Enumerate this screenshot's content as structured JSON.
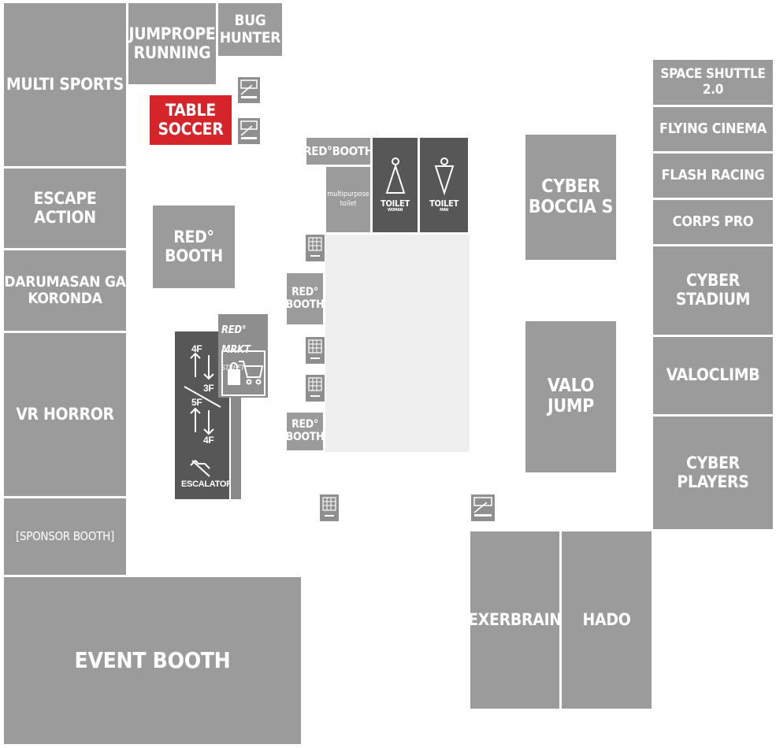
{
  "zones": {
    "multi_sports": "MULTI SPORTS",
    "jumprope_running": "JUMPROPE\nRUNNING",
    "bug_hunter": "BUG\nHUNTER",
    "table_soccer": "TABLE\nSOCCER",
    "escape_action": "ESCAPE\nACTION",
    "darumasan": "DARUMASAN GA\nKORONDA",
    "vr_horror": "VR HORROR",
    "sponsor_booth": "[SPONSOR BOOTH]",
    "event_booth": "EVENT BOOTH",
    "red_booth_left": "RED°\nBOOTH",
    "red_booth_top": "RED°BOOTH",
    "red_booth_mid": "RED°\nBOOTH",
    "red_booth_low": "RED°\nBOOTH",
    "multipurpose_toilet": "multipurpose\ntoilet",
    "cyber_boccia": "CYBER\nBOCCIA S",
    "valo_jump": "VALO\nJUMP",
    "space_shuttle": "SPACE SHUTTLE 2.0",
    "flying_cinema": "FLYING CINEMA",
    "flash_racing": "FLASH RACING",
    "corps_pro": "CORPS PRO",
    "cyber_stadium": "CYBER\nSTADIUM",
    "valoclimb": "VALOCLIMB",
    "cyber_players": "CYBER\nPLAYERS",
    "exerbrain": "EXERBRAIN",
    "hado": "HADO"
  },
  "toilets": {
    "woman_label": "TOILET",
    "woman_sub": "WOMAN",
    "man_label": "TOILET",
    "man_sub": "MAN"
  },
  "escalator": {
    "label": "ESCALATOR",
    "floor_4f_top": "4F",
    "floor_3f": "3F",
    "floor_5f": "5F",
    "floor_4f_bottom": "4F"
  },
  "red_market": {
    "line1": "RED°",
    "line2": "MRKT",
    "line3": "STREET"
  },
  "colors": {
    "zone_gray": "#9b9b9b",
    "dark_gray": "#575757",
    "accent_red": "#d6252a",
    "open_floor": "#efefef"
  },
  "icons": [
    "vending-machine-icon",
    "woman-toilet-icon",
    "man-toilet-icon",
    "escalator-icon",
    "shopping-cart-icon"
  ]
}
